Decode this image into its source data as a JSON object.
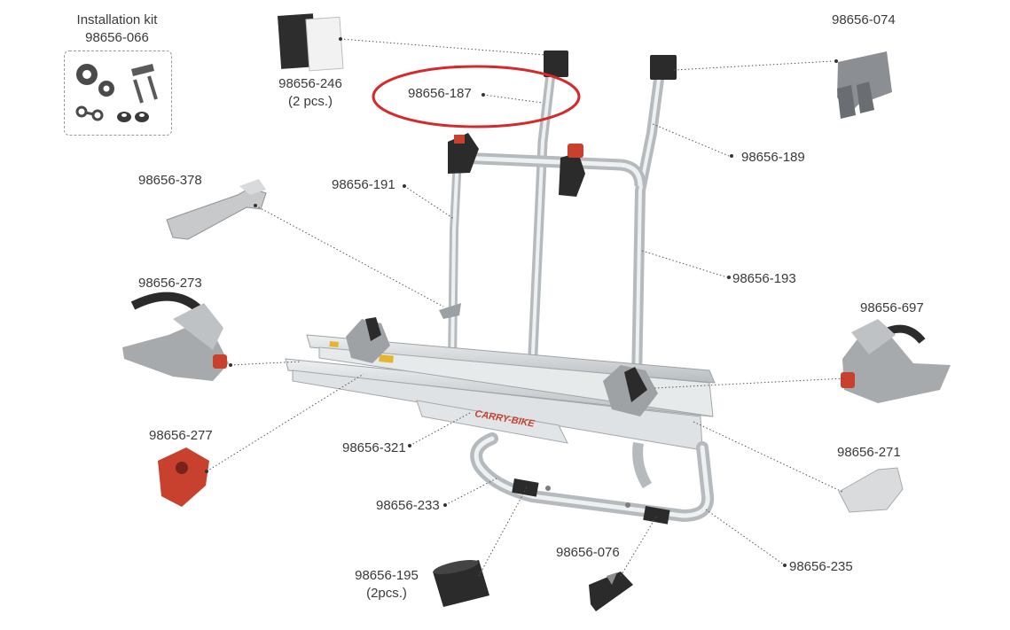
{
  "installation_kit": {
    "title": "Installation kit",
    "code": "98656-066"
  },
  "parts": {
    "p246": {
      "code": "98656-246",
      "note": "(2 pcs.)"
    },
    "p187": {
      "code": "98656-187"
    },
    "p074": {
      "code": "98656-074"
    },
    "p189": {
      "code": "98656-189"
    },
    "p378": {
      "code": "98656-378"
    },
    "p191": {
      "code": "98656-191"
    },
    "p193": {
      "code": "98656-193"
    },
    "p273": {
      "code": "98656-273"
    },
    "p697": {
      "code": "98656-697"
    },
    "p277": {
      "code": "98656-277"
    },
    "p321": {
      "code": "98656-321"
    },
    "p271": {
      "code": "98656-271"
    },
    "p233": {
      "code": "98656-233"
    },
    "p076": {
      "code": "98656-076"
    },
    "p235": {
      "code": "98656-235"
    },
    "p195": {
      "code": "98656-195",
      "note": "(2pcs.)"
    }
  },
  "brand_text": "CARRY-BIKE",
  "colors": {
    "highlight": "#d42a2a",
    "leader": "#555555",
    "frame": "#d9dde0",
    "red_part": "#c8402e",
    "dark_part": "#2b2b2b",
    "grey_part": "#a9abad"
  }
}
